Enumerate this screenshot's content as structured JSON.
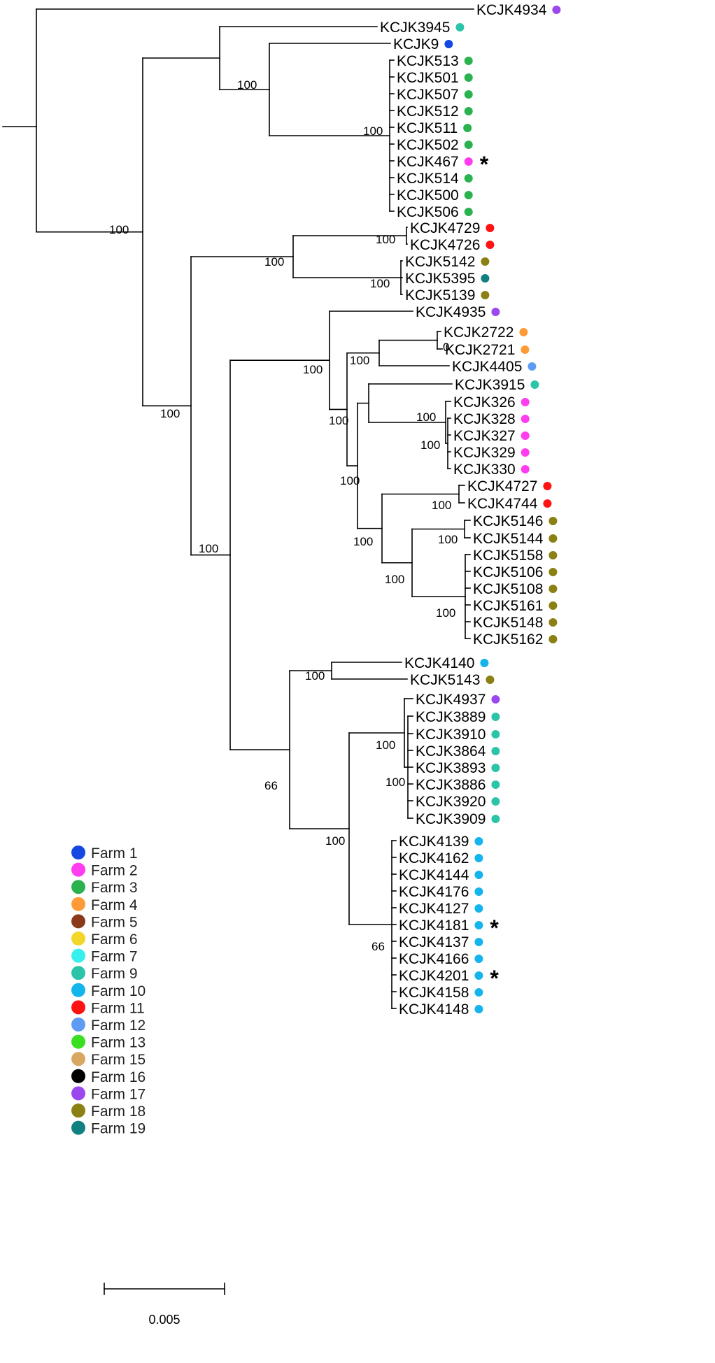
{
  "scale_bar": {
    "label": "0.005"
  },
  "farm_colors": {
    "Farm 1": "#1448e0",
    "Farm 2": "#ff3cf0",
    "Farm 3": "#2ab24e",
    "Farm 4": "#ff9a38",
    "Farm 5": "#8a3a1a",
    "Farm 6": "#f2d62a",
    "Farm 7": "#36f0ee",
    "Farm 9": "#2cc4a8",
    "Farm 10": "#14b4ec",
    "Farm 11": "#ff1212",
    "Farm 12": "#5e9cf4",
    "Farm 13": "#38e020",
    "Farm 15": "#d8a860",
    "Farm 16": "#000000",
    "Farm 17": "#9b48ee",
    "Farm 18": "#8a8014",
    "Farm 19": "#108080"
  },
  "legend": [
    "Farm 1",
    "Farm 2",
    "Farm 3",
    "Farm 4",
    "Farm 5",
    "Farm 6",
    "Farm 7",
    "Farm 9",
    "Farm 10",
    "Farm 11",
    "Farm 12",
    "Farm 13",
    "Farm 15",
    "Farm 16",
    "Farm 17",
    "Farm 18",
    "Farm 19"
  ],
  "tips": [
    {
      "name": "KCJK4934",
      "farm": "Farm 17"
    },
    {
      "name": "KCJK3945",
      "farm": "Farm 9"
    },
    {
      "name": "KCJK9",
      "farm": "Farm 1"
    },
    {
      "name": "KCJK513",
      "farm": "Farm 3"
    },
    {
      "name": "KCJK501",
      "farm": "Farm 3"
    },
    {
      "name": "KCJK507",
      "farm": "Farm 3"
    },
    {
      "name": "KCJK512",
      "farm": "Farm 3"
    },
    {
      "name": "KCJK511",
      "farm": "Farm 3"
    },
    {
      "name": "KCJK502",
      "farm": "Farm 3"
    },
    {
      "name": "KCJK467",
      "farm": "Farm 2",
      "mark": "*"
    },
    {
      "name": "KCJK514",
      "farm": "Farm 3"
    },
    {
      "name": "KCJK500",
      "farm": "Farm 3"
    },
    {
      "name": "KCJK506",
      "farm": "Farm 3"
    },
    {
      "name": "KCJK4729",
      "farm": "Farm 11"
    },
    {
      "name": "KCJK4726",
      "farm": "Farm 11"
    },
    {
      "name": "KCJK5142",
      "farm": "Farm 18"
    },
    {
      "name": "KCJK5395",
      "farm": "Farm 19"
    },
    {
      "name": "KCJK5139",
      "farm": "Farm 18"
    },
    {
      "name": "KCJK4935",
      "farm": "Farm 17"
    },
    {
      "name": "KCJK2722",
      "farm": "Farm 4"
    },
    {
      "name": "KCJK2721",
      "farm": "Farm 4"
    },
    {
      "name": "KCJK4405",
      "farm": "Farm 12"
    },
    {
      "name": "KCJK3915",
      "farm": "Farm 9"
    },
    {
      "name": "KCJK326",
      "farm": "Farm 2"
    },
    {
      "name": "KCJK328",
      "farm": "Farm 2"
    },
    {
      "name": "KCJK327",
      "farm": "Farm 2"
    },
    {
      "name": "KCJK329",
      "farm": "Farm 2"
    },
    {
      "name": "KCJK330",
      "farm": "Farm 2"
    },
    {
      "name": "KCJK4727",
      "farm": "Farm 11"
    },
    {
      "name": "KCJK4744",
      "farm": "Farm 11"
    },
    {
      "name": "KCJK5146",
      "farm": "Farm 18"
    },
    {
      "name": "KCJK5144",
      "farm": "Farm 18"
    },
    {
      "name": "KCJK5158",
      "farm": "Farm 18"
    },
    {
      "name": "KCJK5106",
      "farm": "Farm 18"
    },
    {
      "name": "KCJK5108",
      "farm": "Farm 18"
    },
    {
      "name": "KCJK5161",
      "farm": "Farm 18"
    },
    {
      "name": "KCJK5148",
      "farm": "Farm 18"
    },
    {
      "name": "KCJK5162",
      "farm": "Farm 18"
    },
    {
      "name": "KCJK4140",
      "farm": "Farm 10"
    },
    {
      "name": "KCJK5143",
      "farm": "Farm 18"
    },
    {
      "name": "KCJK4937",
      "farm": "Farm 17"
    },
    {
      "name": "KCJK3889",
      "farm": "Farm 9"
    },
    {
      "name": "KCJK3910",
      "farm": "Farm 9"
    },
    {
      "name": "KCJK3864",
      "farm": "Farm 9"
    },
    {
      "name": "KCJK3893",
      "farm": "Farm 9"
    },
    {
      "name": "KCJK3886",
      "farm": "Farm 9"
    },
    {
      "name": "KCJK3920",
      "farm": "Farm 9"
    },
    {
      "name": "KCJK3909",
      "farm": "Farm 9"
    },
    {
      "name": "KCJK4139",
      "farm": "Farm 10"
    },
    {
      "name": "KCJK4162",
      "farm": "Farm 10"
    },
    {
      "name": "KCJK4144",
      "farm": "Farm 10"
    },
    {
      "name": "KCJK4176",
      "farm": "Farm 10"
    },
    {
      "name": "KCJK4127",
      "farm": "Farm 10"
    },
    {
      "name": "KCJK4181",
      "farm": "Farm 10",
      "mark": "*"
    },
    {
      "name": "KCJK4137",
      "farm": "Farm 10"
    },
    {
      "name": "KCJK4166",
      "farm": "Farm 10"
    },
    {
      "name": "KCJK4201",
      "farm": "Farm 10",
      "mark": "*"
    },
    {
      "name": "KCJK4158",
      "farm": "Farm 10"
    },
    {
      "name": "KCJK4148",
      "farm": "Farm 10"
    }
  ],
  "support_values": [
    "100",
    "100",
    "100",
    "100",
    "100",
    "100",
    "100",
    "0",
    "100",
    "100",
    "100",
    "100",
    "100",
    "100",
    "100",
    "100",
    "100",
    "100",
    "100",
    "100",
    "100",
    "66"
  ]
}
